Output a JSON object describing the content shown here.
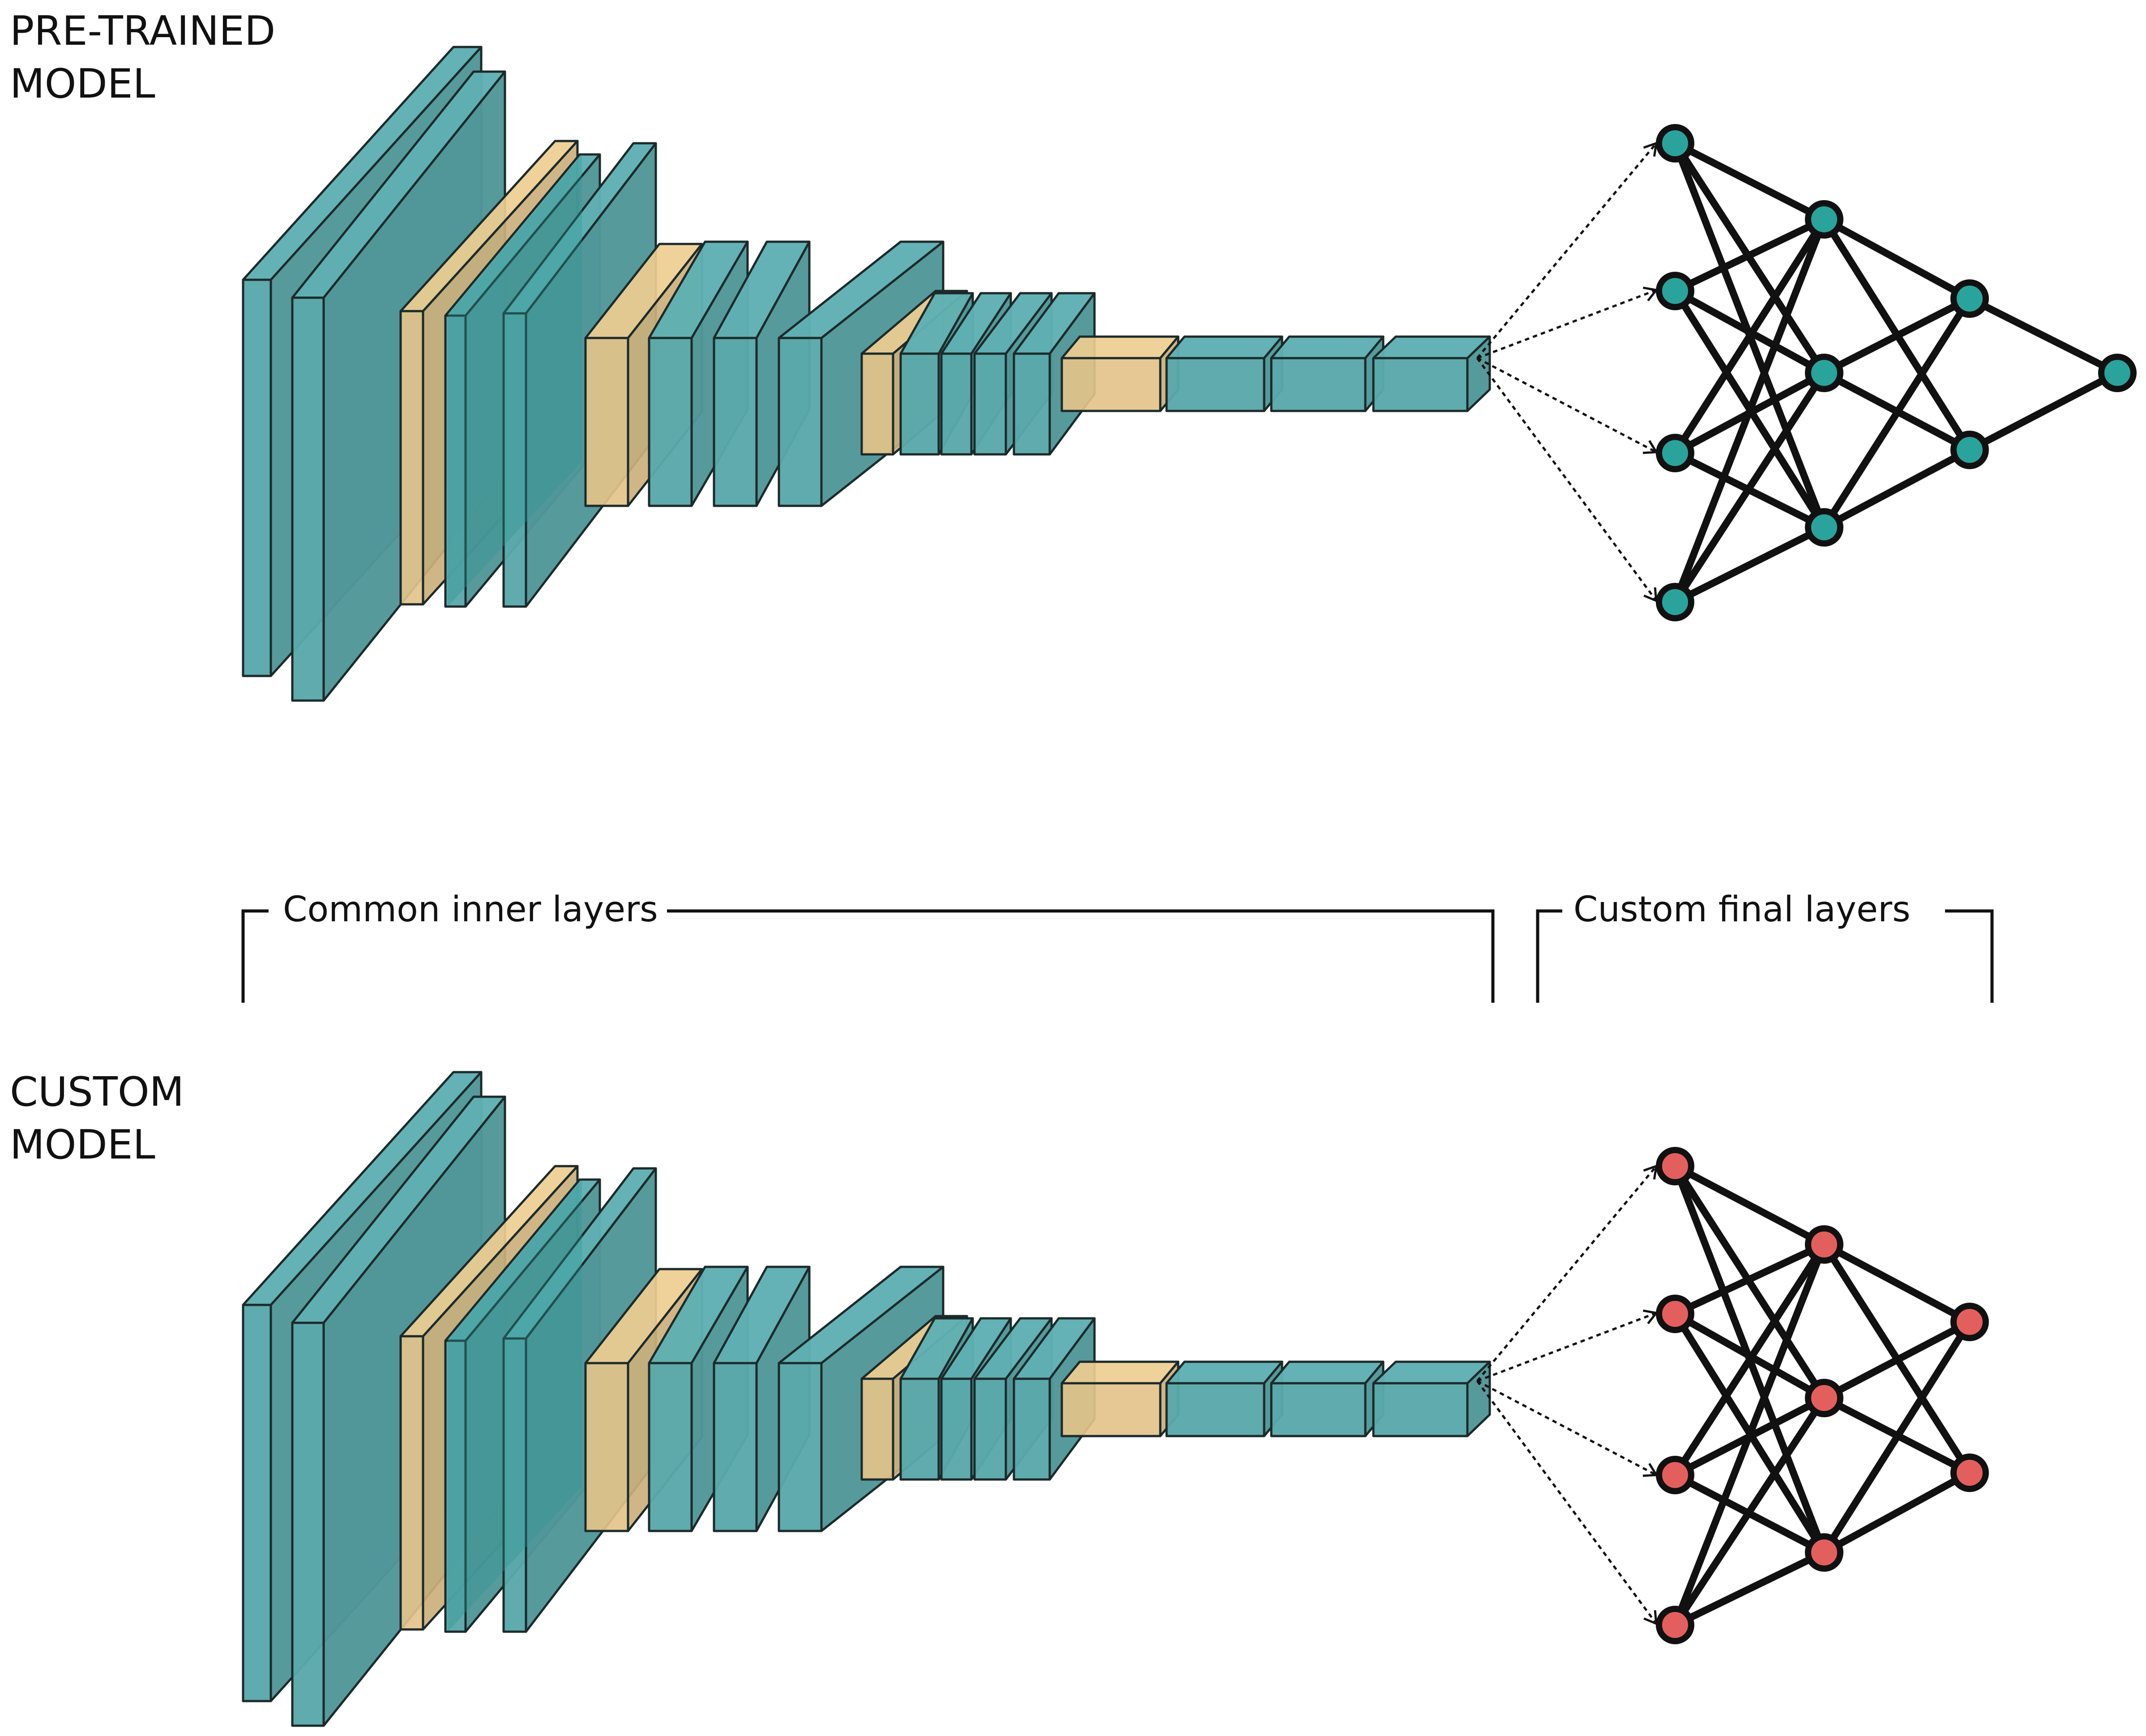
{
  "labels": {
    "top_model": [
      "PRE-TRAINED",
      "MODEL"
    ],
    "bottom_model": [
      "CUSTOM",
      "MODEL"
    ],
    "common_section": "Common inner layers",
    "custom_section": "Custom final layers"
  },
  "colors": {
    "conv_layer": "#5aa8aa",
    "conv_layer_dark": "#2f9495",
    "pool_layer": "#e3c38a",
    "outline": "#1c2a2a",
    "pretrained_node": "#2aa39c",
    "custom_node": "#e35f5e",
    "edge": "#111111"
  },
  "networks": [
    {
      "id": "pretrained",
      "node_color_key": "pretrained_node",
      "layer_sizes": [
        4,
        3,
        2,
        1
      ]
    },
    {
      "id": "custom",
      "node_color_key": "custom_node",
      "layer_sizes": [
        4,
        3,
        2
      ]
    }
  ]
}
